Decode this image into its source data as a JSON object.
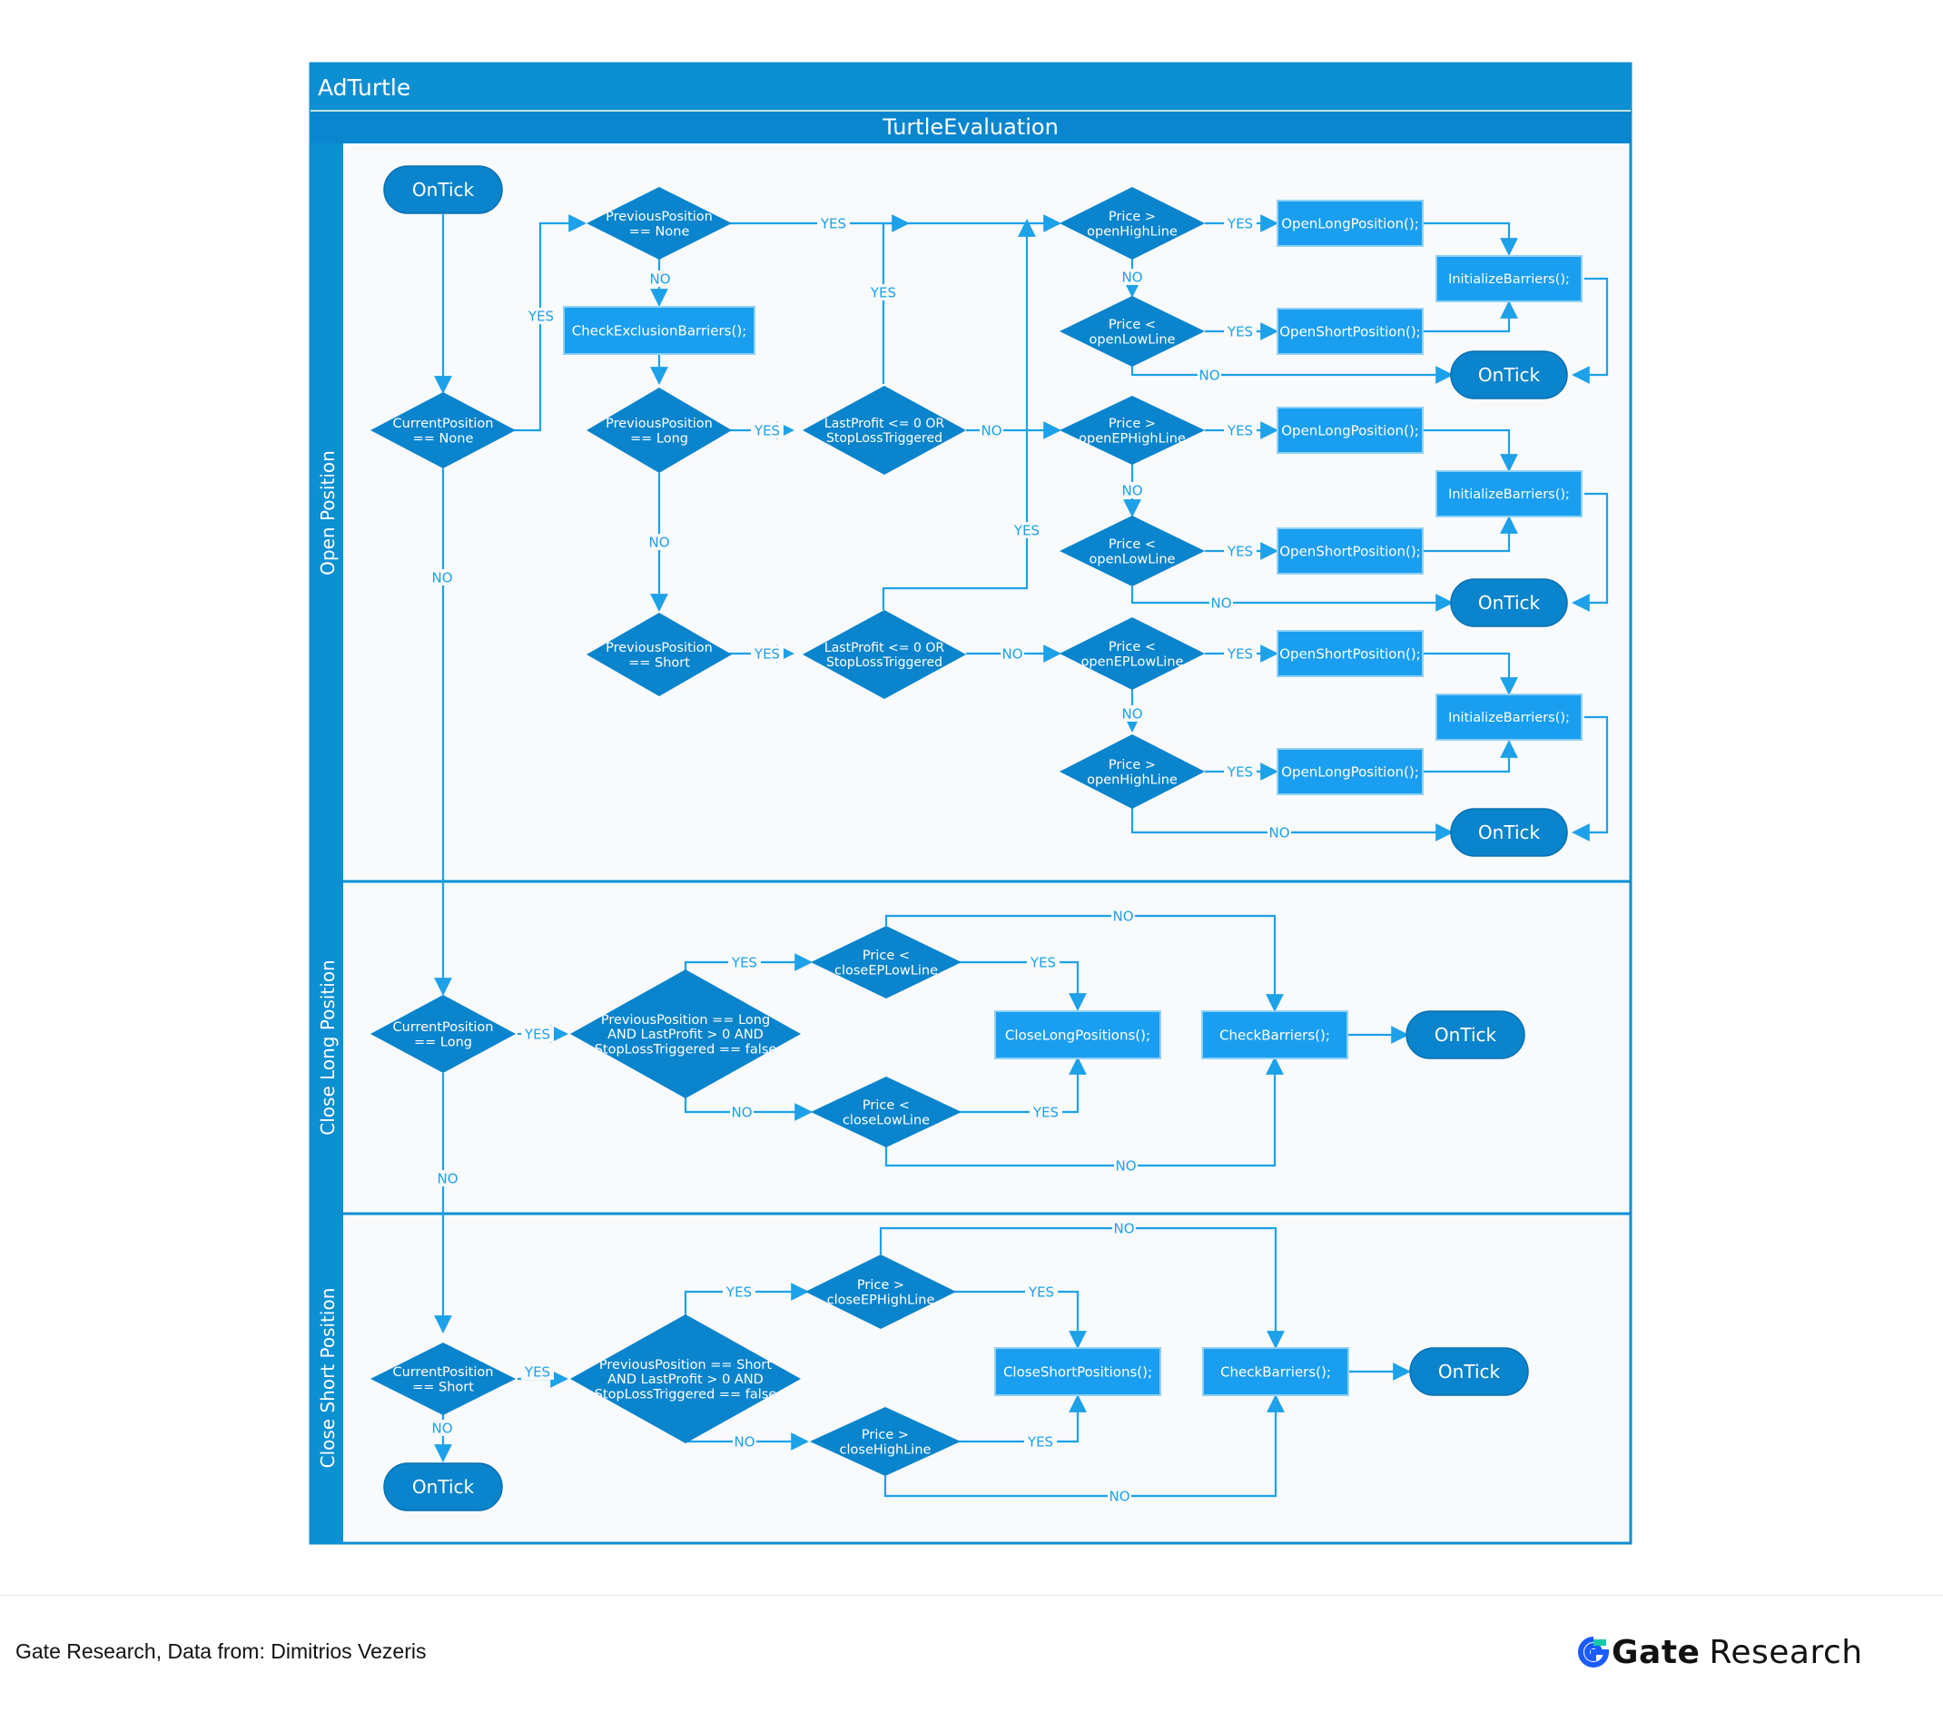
{
  "app_title": "AdTurtle",
  "lane_title": "TurtleEvaluation",
  "lanes": [
    "Open Position",
    "Close Long Position",
    "Close Short Position"
  ],
  "colors": {
    "frame": "#0d8fd3",
    "shape": "#0a84cc",
    "box": "#1a9ef0",
    "box_border": "#8fd0f5",
    "lane_bg": "#f8fafc",
    "line": "#1da1e8",
    "label": "#1da1e8"
  },
  "nodes": {
    "ontick_start": "OnTick",
    "prevpos_none": "PreviousPosition\n== None",
    "curpos_none": "CurrentPosition\n== None",
    "check_exclusion": "CheckExclusionBarriers();",
    "prevpos_long": "PreviousPosition\n== Long",
    "lastprofit_1": "LastProfit <= 0 OR\nStopLossTriggered",
    "prevpos_short": "PreviousPosition\n== Short",
    "lastprofit_2": "LastProfit <= 0 OR\nStopLossTriggered",
    "price_gt_openhigh_1": "Price >\nopenHighLine",
    "price_lt_openlow_1": "Price <\nopenLowLine",
    "openlong_1": "OpenLongPosition();",
    "openshort_1": "OpenShortPosition();",
    "initbarriers_1": "InitializeBarriers();",
    "ontick_1": "OnTick",
    "price_gt_openephigh": "Price >\nopenEPHighLine",
    "price_lt_openlow_2": "Price <\nopenLowLine",
    "openlong_2": "OpenLongPosition();",
    "openshort_2": "OpenShortPosition();",
    "initbarriers_2": "InitializeBarriers();",
    "ontick_2": "OnTick",
    "price_lt_openeplow": "Price <\nopenEPLowLine",
    "price_gt_openhigh_2": "Price >\nopenHighLine",
    "openshort_3": "OpenShortPosition();",
    "openlong_3": "OpenLongPosition();",
    "initbarriers_3": "InitializeBarriers();",
    "ontick_3": "OnTick",
    "curpos_long": "CurrentPosition\n== Long",
    "prevpos_long_profit": "PreviousPosition == Long\nAND LastProfit > 0  AND\nStopLossTriggered == false",
    "price_lt_closeeplow": "Price <\ncloseEPLowLine",
    "price_lt_closelow": "Price <\ncloseLowLine",
    "close_long": "CloseLongPositions();",
    "check_barriers_1": "CheckBarriers();",
    "ontick_4": "OnTick",
    "curpos_short": "CurrentPosition\n== Short",
    "prevpos_short_profit": "PreviousPosition == Short\nAND LastProfit > 0  AND\nStopLossTriggered == false",
    "price_gt_closeephigh": "Price >\ncloseEPHighLine",
    "price_gt_closehigh": "Price >\ncloseHighLine",
    "close_short": "CloseShortPositions();",
    "check_barriers_2": "CheckBarriers();",
    "ontick_5": "OnTick",
    "ontick_end": "OnTick"
  },
  "labels": {
    "yes": "YES",
    "no": "NO"
  },
  "footer": {
    "source": "Gate Research, Data from: Dimitrios Vezeris",
    "logo_brand": "Gate",
    "logo_word": "Research"
  }
}
